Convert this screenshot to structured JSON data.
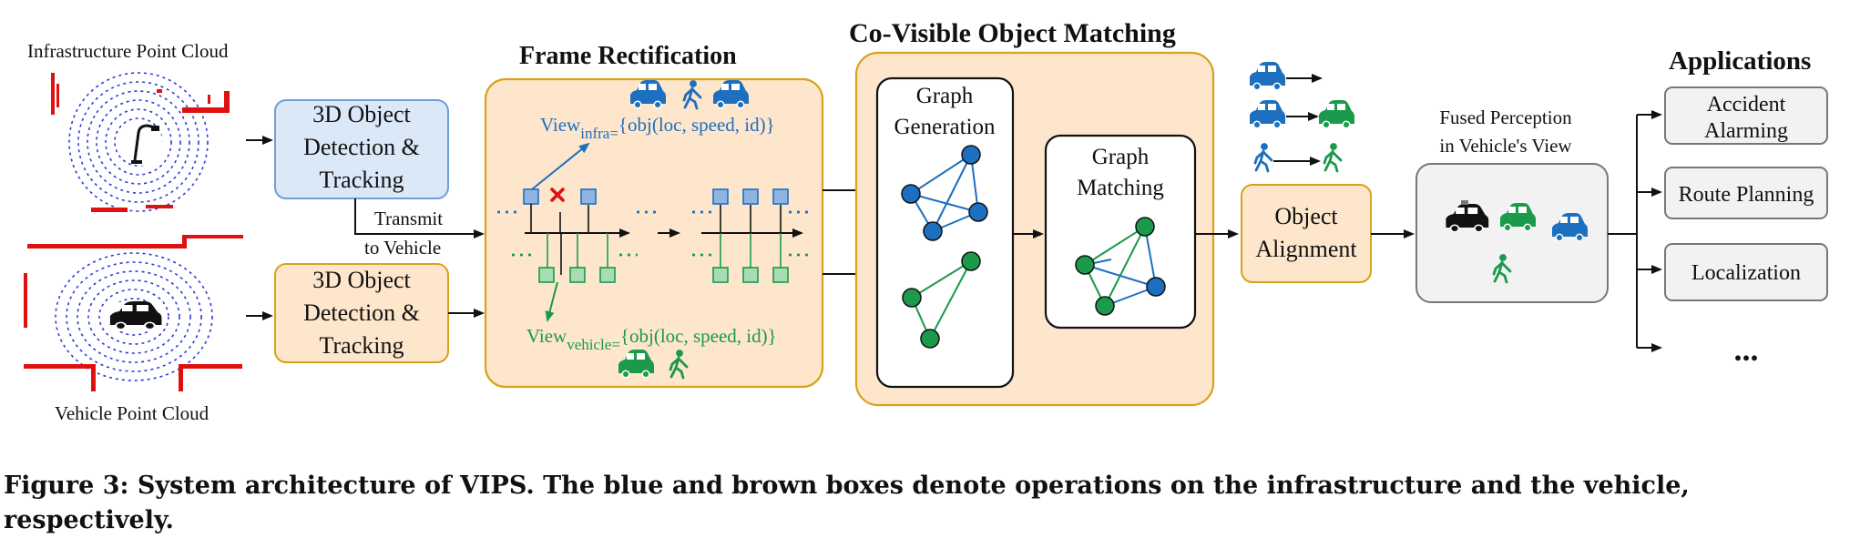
{
  "inputs": {
    "infra_cloud_label": "Infrastructure Point Cloud",
    "vehicle_cloud_label": "Vehicle Point Cloud"
  },
  "detection": {
    "infra_lines": [
      "3D Object",
      "Detection &",
      "Tracking"
    ],
    "vehicle_lines": [
      "3D Object",
      "Detection &",
      "Tracking"
    ],
    "transmit_lines": [
      "Transmit",
      "to Vehicle"
    ]
  },
  "frame_rectification": {
    "title": "Frame Rectification",
    "view_infra_main": "View",
    "view_infra_sub": "infra=",
    "view_infra_rest": "{obj(loc, speed, id)}",
    "view_vehicle_main": "View",
    "view_vehicle_sub": "vehicle=",
    "view_vehicle_rest": "{obj(loc, speed, id)}"
  },
  "matching": {
    "title": "Co-Visible Object Matching",
    "graph_generation_lines": [
      "Graph",
      "Generation"
    ],
    "graph_matching_lines": [
      "Graph",
      "Matching"
    ]
  },
  "alignment": {
    "lines": [
      "Object",
      "Alignment"
    ]
  },
  "fused": {
    "lines": [
      "Fused Perception",
      "in Vehicle's View"
    ]
  },
  "applications": {
    "title": "Applications",
    "items": [
      {
        "lines": [
          "Accident",
          "Alarming"
        ]
      },
      {
        "lines": [
          "Route Planning"
        ]
      },
      {
        "lines": [
          "Localization"
        ]
      }
    ],
    "more": "..."
  },
  "caption": "Figure 3: System architecture of VIPS. The blue and brown boxes denote operations on the infrastructure and the vehicle, respectively.",
  "colors": {
    "blue": "#1d6fc0",
    "green": "#1a9a4a",
    "orange_border": "#d9a21a",
    "orange_fill": "#fde6cc",
    "blue_box": "#dbe8f7",
    "red": "#e01010"
  },
  "icons": [
    "car-icon",
    "pedestrian-icon",
    "police-car-icon",
    "cross-icon"
  ]
}
